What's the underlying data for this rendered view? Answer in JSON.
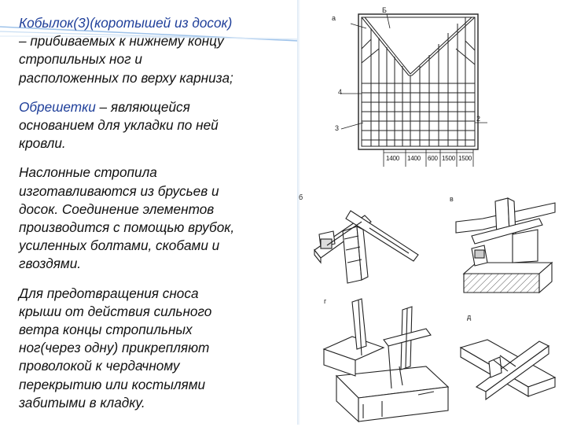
{
  "text": {
    "p1_term": "Кобылок(3)(коротышей из досок)",
    "p1_line2": "– прибиваемых к нижнему концу",
    "p1_line3": "стропильных ног и",
    "p1_line4": "расположенных по верху карниза;",
    "p2_term": "Обрешетки",
    "p2_rest": " – являющейся",
    "p2_line2": "основанием для укладки по ней",
    "p2_line3": "кровли.",
    "p3_line1": "Наслонные стропила",
    "p3_line2": "изготавливаются из брусьев и",
    "p3_line3": "досок. Соединение элементов",
    "p3_line4": "производится с помощью врубок,",
    "p3_line5": "усиленных болтами, скобами и",
    "p3_line6": "гвоздями.",
    "p4_line1": "Для предотвращения сноса",
    "p4_line2": "крыши от действия сильного",
    "p4_line3": "ветра концы стропильных",
    "p4_line4": "ног(через одну) прикрепляют",
    "p4_line5": "проволокой к чердачному",
    "p4_line6": "перекрытию или костылями",
    "p4_line7": "забитыми в кладку."
  },
  "figures": {
    "a": {
      "label": "а",
      "callouts": [
        "Б",
        "4",
        "3",
        "2"
      ],
      "dimensions": [
        "1400",
        "1400",
        "600",
        "1500",
        "1500"
      ]
    },
    "b": {
      "label": "б"
    },
    "v": {
      "label": "в"
    },
    "g": {
      "label": "г"
    },
    "d": {
      "label": "д"
    }
  },
  "colors": {
    "term": "#1f3f9a",
    "text": "#111111",
    "accent": "#9fc3ea"
  }
}
